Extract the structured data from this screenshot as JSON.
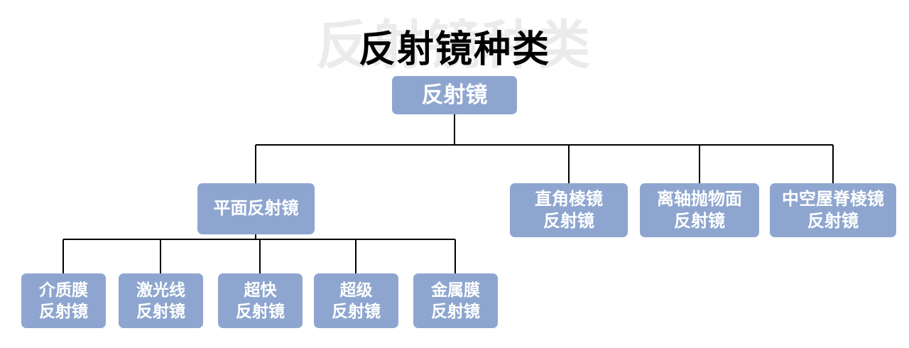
{
  "title": "反射镜种类",
  "title_watermark": "反射镜种类",
  "colors": {
    "node_fill": "#8EA6CF",
    "node_text": "#ffffff",
    "connector_line": "#000000",
    "watermark_text": "#ebebeb",
    "title_text": "#000000"
  },
  "chart_data": {
    "type": "table",
    "title": "反射镜种类",
    "hierarchy": {
      "root": "反射镜",
      "children": [
        {
          "label": "平面反射镜",
          "children": [
            "介质膜反射镜",
            "激光线反射镜",
            "超快反射镜",
            "超级反射镜",
            "金属膜反射镜"
          ]
        },
        {
          "label": "直角棱镜反射镜",
          "children": []
        },
        {
          "label": "离轴抛物面反射镜",
          "children": []
        },
        {
          "label": "中空屋脊棱镜反射镜",
          "children": []
        }
      ]
    }
  },
  "tree": {
    "root": {
      "label": "反射镜"
    },
    "level1": [
      {
        "lines": [
          "平面反射镜"
        ]
      },
      {
        "lines": [
          "直角棱镜",
          "反射镜"
        ]
      },
      {
        "lines": [
          "离轴抛物面",
          "反射镜"
        ]
      },
      {
        "lines": [
          "中空屋脊棱镜",
          "反射镜"
        ]
      }
    ],
    "level2": [
      {
        "lines": [
          "介质膜",
          "反射镜"
        ]
      },
      {
        "lines": [
          "激光线",
          "反射镜"
        ]
      },
      {
        "lines": [
          "超快",
          "反射镜"
        ]
      },
      {
        "lines": [
          "超级",
          "反射镜"
        ]
      },
      {
        "lines": [
          "金属膜",
          "反射镜"
        ]
      }
    ]
  }
}
